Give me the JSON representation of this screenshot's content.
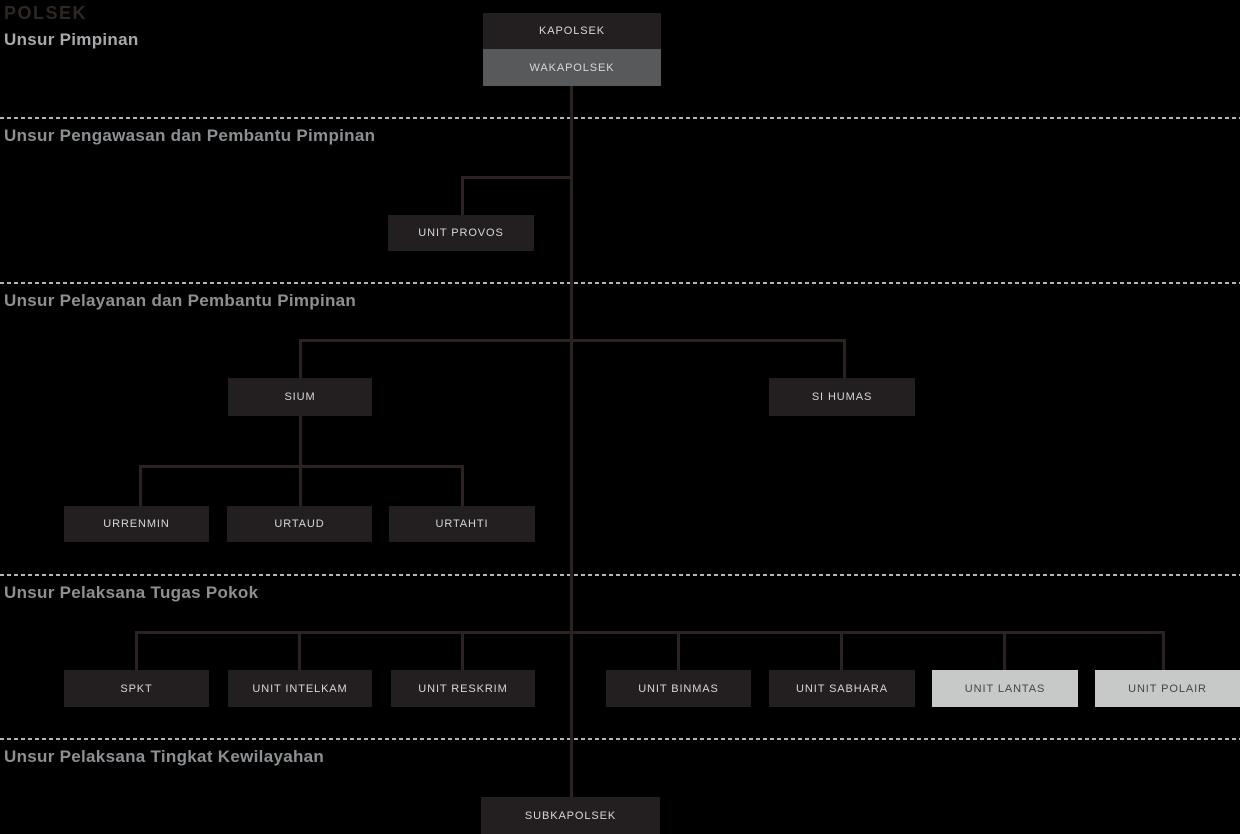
{
  "page_title": "POLSEK",
  "colors": {
    "background": "#000000",
    "node_dark": "#231f20",
    "node_gray": "#58595b",
    "node_light": "#c7c8c8",
    "node_text_on_dark": "#d6d7d8",
    "node_text_on_light": "#454546",
    "connector": "#2a2322",
    "divider_dash": "#b3b5b7",
    "section_label": "#8d9093",
    "title": "#2e2724"
  },
  "sections": [
    {
      "label": "Unsur Pimpinan"
    },
    {
      "label": "Unsur Pengawasan dan Pembantu Pimpinan"
    },
    {
      "label": "Unsur Pelayanan dan Pembantu Pimpinan"
    },
    {
      "label": "Unsur Pelaksana Tugas Pokok"
    },
    {
      "label": "Unsur Pelaksana Tingkat Kewilayahan"
    }
  ],
  "nodes": {
    "kapolsek": {
      "label": "KAPOLSEK",
      "variant": "dark",
      "section": "Unsur Pimpinan"
    },
    "wakapolsek": {
      "label": "WAKAPOLSEK",
      "variant": "gray",
      "section": "Unsur Pimpinan"
    },
    "unit_provos": {
      "label": "UNIT PROVOS",
      "variant": "dark",
      "section": "Unsur Pengawasan dan Pembantu Pimpinan"
    },
    "sium": {
      "label": "SIUM",
      "variant": "dark",
      "section": "Unsur Pelayanan dan Pembantu Pimpinan"
    },
    "si_humas": {
      "label": "SI HUMAS",
      "variant": "dark",
      "section": "Unsur Pelayanan dan Pembantu Pimpinan"
    },
    "urrenmin": {
      "label": "URRENMIN",
      "variant": "dark",
      "section": "Unsur Pelayanan dan Pembantu Pimpinan"
    },
    "urtaud": {
      "label": "URTAUD",
      "variant": "dark",
      "section": "Unsur Pelayanan dan Pembantu Pimpinan"
    },
    "urtahti": {
      "label": "URTAHTI",
      "variant": "dark",
      "section": "Unsur Pelayanan dan Pembantu Pimpinan"
    },
    "spkt": {
      "label": "SPKT",
      "variant": "dark",
      "section": "Unsur Pelaksana Tugas Pokok"
    },
    "unit_intelkam": {
      "label": "UNIT INTELKAM",
      "variant": "dark",
      "section": "Unsur Pelaksana Tugas Pokok"
    },
    "unit_reskrim": {
      "label": "UNIT RESKRIM",
      "variant": "dark",
      "section": "Unsur Pelaksana Tugas Pokok"
    },
    "unit_binmas": {
      "label": "UNIT BINMAS",
      "variant": "dark",
      "section": "Unsur Pelaksana Tugas Pokok"
    },
    "unit_sabhara": {
      "label": "UNIT SABHARA",
      "variant": "dark",
      "section": "Unsur Pelaksana Tugas Pokok"
    },
    "unit_lantas": {
      "label": "UNIT LANTAS",
      "variant": "light",
      "section": "Unsur Pelaksana Tugas Pokok"
    },
    "unit_polair": {
      "label": "UNIT POLAIR",
      "variant": "light",
      "section": "Unsur Pelaksana Tugas Pokok"
    },
    "subkapolsek": {
      "label": "SUBKAPOLSEK",
      "variant": "dark",
      "section": "Unsur Pelaksana Tingkat Kewilayahan"
    }
  },
  "hierarchy": {
    "KAPOLSEK": [
      "WAKAPOLSEK"
    ],
    "WAKAPOLSEK": [
      "UNIT PROVOS",
      "SIUM",
      "SI HUMAS",
      "SPKT",
      "UNIT INTELKAM",
      "UNIT RESKRIM",
      "UNIT BINMAS",
      "UNIT SABHARA",
      "UNIT LANTAS",
      "UNIT POLAIR",
      "SUBKAPOLSEK"
    ],
    "SIUM": [
      "URRENMIN",
      "URTAUD",
      "URTAHTI"
    ]
  }
}
